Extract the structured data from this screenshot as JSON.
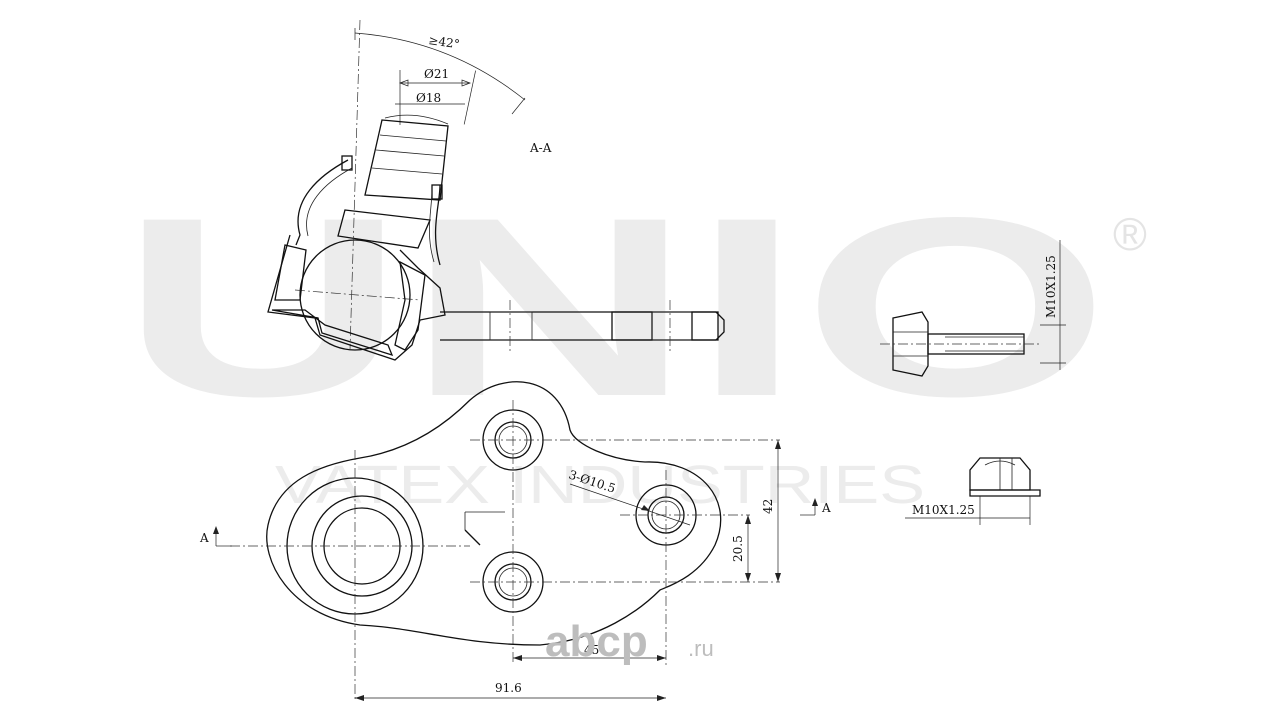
{
  "watermark": {
    "brand": "UNIO",
    "registered": "®",
    "subtitle": "VATEX INDUSTRIES",
    "color": "#ececec"
  },
  "source_logo": {
    "text": "abcp",
    "suffix": ".ru",
    "color": "#bdbdbd"
  },
  "section_label": "A-A",
  "section_marker": "A",
  "dimensions": {
    "angle": "≥42°",
    "dia_outer": "Ø21",
    "dia_inner": "Ø18",
    "bolt_holes": "3-Ø10.5",
    "height_total": "42",
    "height_offset": "20.5",
    "width_holes": "45",
    "width_total": "91.6",
    "bolt_thread": "M10X1.25",
    "nut_thread": "M10X1.25"
  }
}
